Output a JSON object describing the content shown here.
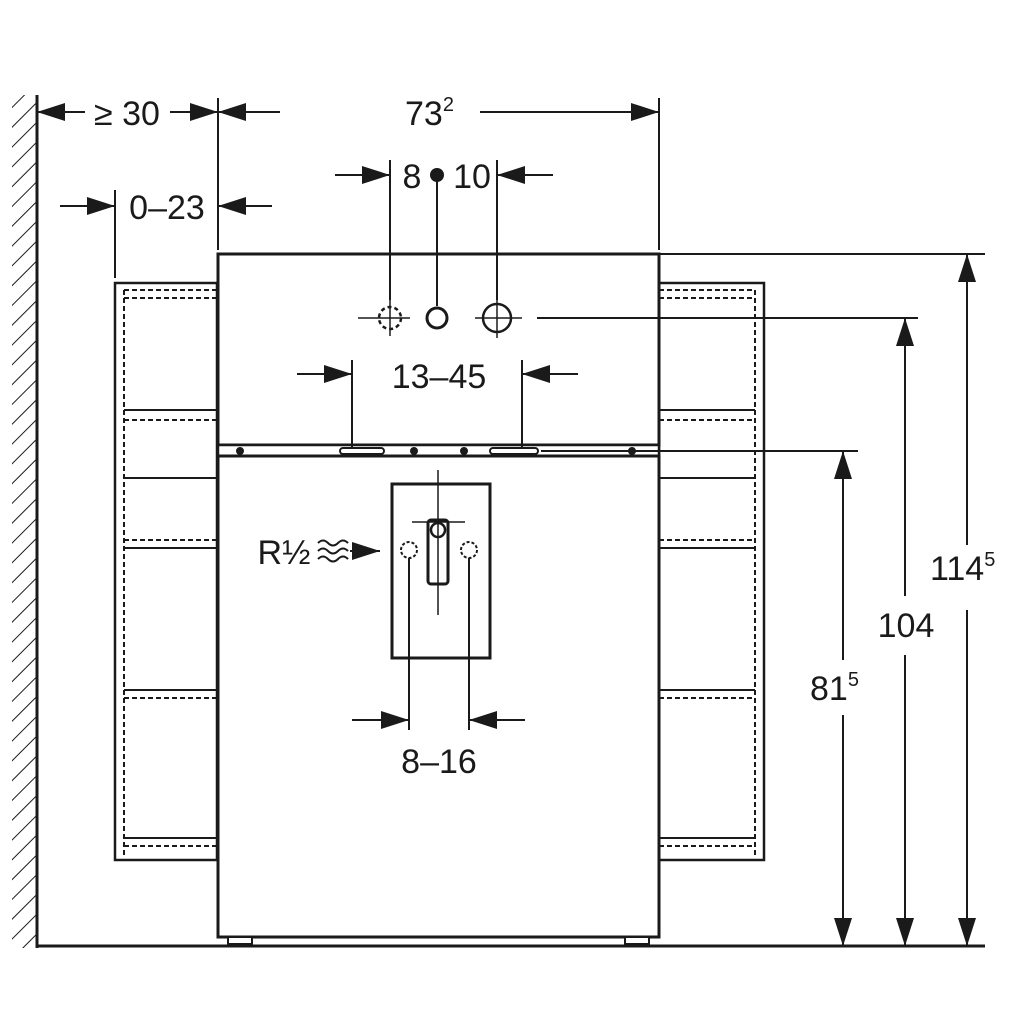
{
  "colors": {
    "ink": "#1a1a1a",
    "background": "#ffffff"
  },
  "dimensions": {
    "wall_gap": "≥ 30",
    "width_main": "73",
    "width_main_sup": "2",
    "shelf_offset": "0–23",
    "tap_left": "8",
    "tap_right": "10",
    "hole_range": "13–45",
    "connector": "R½",
    "pipe_spacing": "8–16",
    "height_total": "114",
    "height_total_sup": "5",
    "height_top": "104",
    "height_counter": "81",
    "height_counter_sup": "5"
  }
}
